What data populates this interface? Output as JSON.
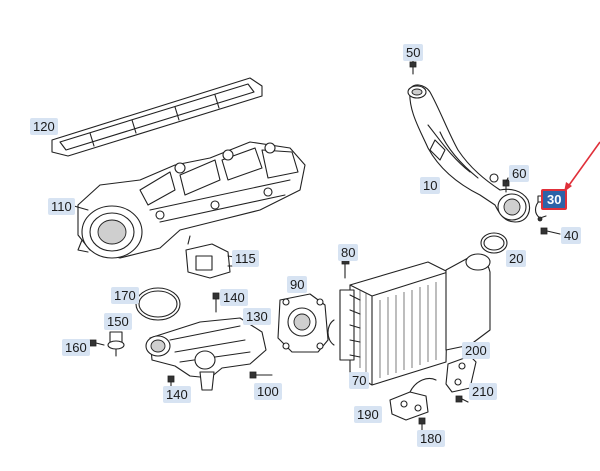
{
  "callouts": {
    "c10": "10",
    "c20": "20",
    "c30": "30",
    "c40": "40",
    "c50": "50",
    "c60": "60",
    "c70": "70",
    "c80": "80",
    "c90": "90",
    "c100": "100",
    "c110": "110",
    "c115": "115",
    "c120": "120",
    "c130": "130",
    "c140a": "140",
    "c140b": "140",
    "c150": "150",
    "c160": "160",
    "c170": "170",
    "c180": "180",
    "c190": "190",
    "c200": "200",
    "c210": "210"
  },
  "highlight": {
    "label": "30",
    "border_color": "#e0303a",
    "fill_color": "#2d63a8"
  },
  "colors": {
    "label_background": "#d7e3f2",
    "line": "#222222",
    "arrow": "#e0303a"
  }
}
